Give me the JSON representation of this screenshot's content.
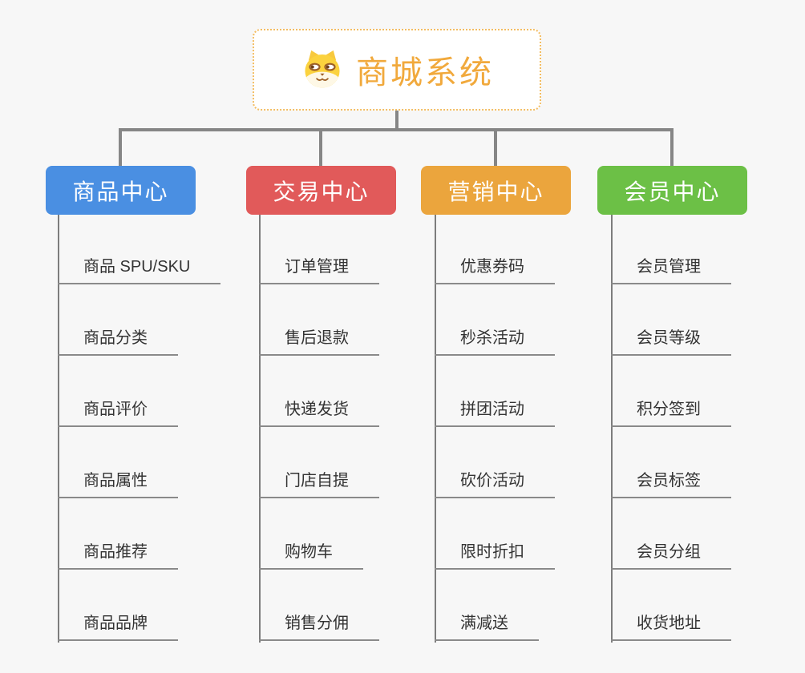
{
  "root": {
    "title": "商城系统",
    "icon": "shiba-dog-icon"
  },
  "colors": {
    "background": "#f7f7f7",
    "root_border": "#f3bd62",
    "root_text": "#f1a93c",
    "connector": "#868686",
    "trunk": "#7d7d7d",
    "leaf_underline": "#8a8a8a",
    "leaf_text": "#333333",
    "branch_blue": "#4a8fe2",
    "branch_red": "#e15a5a",
    "branch_orange": "#eba53d",
    "branch_green": "#6cc046"
  },
  "branches": [
    {
      "label": "商品中心",
      "color": "#4a8fe2",
      "items": [
        "商品 SPU/SKU",
        "商品分类",
        "商品评价",
        "商品属性",
        "商品推荐",
        "商品品牌"
      ]
    },
    {
      "label": "交易中心",
      "color": "#e15a5a",
      "items": [
        "订单管理",
        "售后退款",
        "快递发货",
        "门店自提",
        "购物车",
        "销售分佣"
      ]
    },
    {
      "label": "营销中心",
      "color": "#eba53d",
      "items": [
        "优惠券码",
        "秒杀活动",
        "拼团活动",
        "砍价活动",
        "限时折扣",
        "满减送"
      ]
    },
    {
      "label": "会员中心",
      "color": "#6cc046",
      "items": [
        "会员管理",
        "会员等级",
        "积分签到",
        "会员标签",
        "会员分组",
        "收货地址"
      ]
    }
  ]
}
